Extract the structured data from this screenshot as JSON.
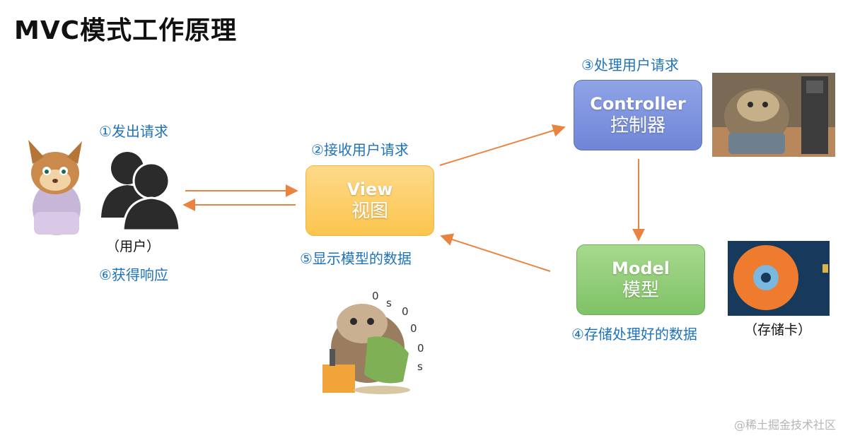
{
  "title": "MVC模式工作原理",
  "steps": {
    "step1": "①发出请求",
    "step2": "②接收用户请求",
    "step3": "③处理用户请求",
    "step4": "④存储处理好的数据",
    "step5": "⑤显示模型的数据",
    "step6": "⑥获得响应"
  },
  "user_label": "（用户）",
  "storage_label": "（存储卡）",
  "view": {
    "en": "View",
    "zh": "视图"
  },
  "controller": {
    "en": "Controller",
    "zh": "控制器"
  },
  "model": {
    "en": "Model",
    "zh": "模型"
  },
  "watermark": "@稀土掘金技术社区",
  "colors": {
    "step_text": "#1e73be",
    "arrow": "#e8843f",
    "view": "#fbc54e",
    "controller": "#6f86d6",
    "model": "#7fc266"
  }
}
